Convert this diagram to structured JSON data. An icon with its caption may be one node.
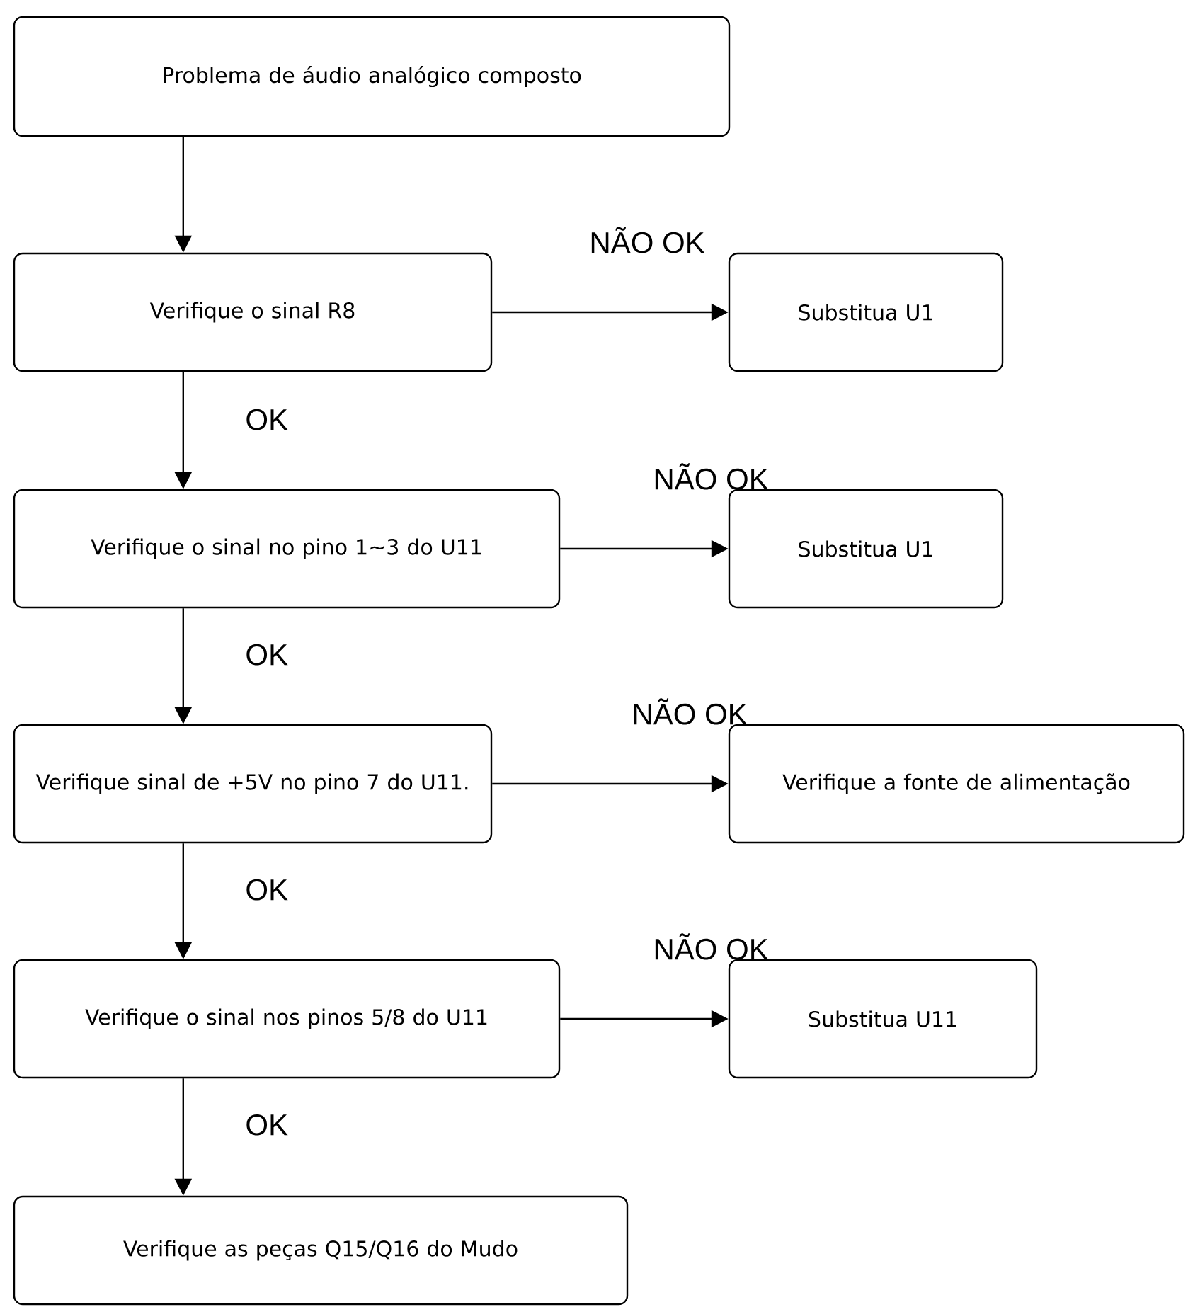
{
  "diagram": {
    "nodes": [
      {
        "text": [
          "Problema de áudio analógico composto"
        ]
      },
      {
        "text": [
          "Verifique o sinal R8"
        ]
      },
      {
        "text": [
          "Substitua U1"
        ]
      },
      {
        "text": [
          "Verifique o sinal no pino 1~3 do U11"
        ]
      },
      {
        "text": [
          "Substitua U1"
        ]
      },
      {
        "text": [
          "Verifique sinal de +5V no pino 7 do U11."
        ]
      },
      {
        "text": [
          "Verifique a fonte de alimentação"
        ]
      },
      {
        "text": [
          "Verifique o sinal nos pinos 5/8 do U11"
        ]
      },
      {
        "text": [
          "Substitua U11"
        ]
      },
      {
        "text": [
          "Verifique as peças Q15/Q16 do Mudo"
        ]
      }
    ],
    "edges": [
      {
        "from": 0,
        "to": 1,
        "arrow": "to"
      },
      {
        "from": 1,
        "to": 2,
        "arrow": "to",
        "label": "NÃO OK"
      },
      {
        "from": 1,
        "to": 3,
        "arrow": "to",
        "label": "OK"
      },
      {
        "from": 3,
        "to": 4,
        "arrow": "to",
        "label": "NÃO OK"
      },
      {
        "from": 3,
        "to": 5,
        "arrow": "to",
        "label": "OK"
      },
      {
        "from": 5,
        "to": 6,
        "arrow": "to",
        "label": "NÃO OK"
      },
      {
        "from": 5,
        "to": 7,
        "arrow": "to",
        "label": "OK"
      },
      {
        "from": 7,
        "to": 8,
        "arrow": "to",
        "label": "NÃO OK"
      },
      {
        "from": 7,
        "to": 9,
        "arrow": "to",
        "label": "OK"
      }
    ]
  }
}
